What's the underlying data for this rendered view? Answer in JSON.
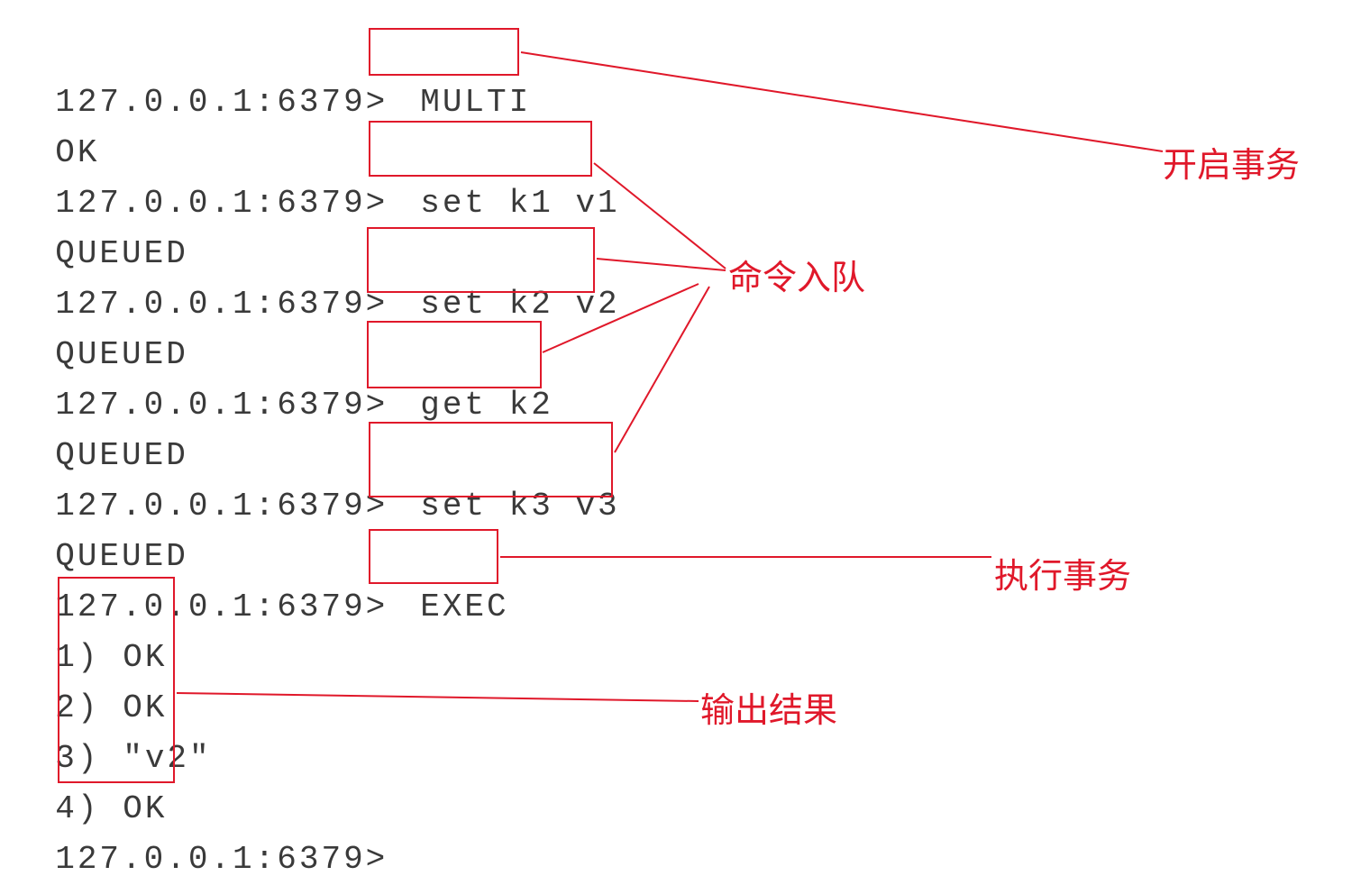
{
  "prompt": "127.0.0.1:6379>",
  "session": [
    {
      "type": "cmd",
      "text": "MULTI"
    },
    {
      "type": "out",
      "text": "OK"
    },
    {
      "type": "cmd",
      "text": "set k1 v1"
    },
    {
      "type": "out",
      "text": "QUEUED"
    },
    {
      "type": "cmd",
      "text": "set k2 v2"
    },
    {
      "type": "out",
      "text": "QUEUED"
    },
    {
      "type": "cmd",
      "text": "get k2"
    },
    {
      "type": "out",
      "text": "QUEUED"
    },
    {
      "type": "cmd",
      "text": "set k3 v3"
    },
    {
      "type": "out",
      "text": "QUEUED"
    },
    {
      "type": "cmd",
      "text": "EXEC"
    }
  ],
  "results": [
    {
      "index": "1)",
      "value": "OK"
    },
    {
      "index": "2)",
      "value": "OK"
    },
    {
      "index": "3)",
      "value": "\"v2\""
    },
    {
      "index": "4)",
      "value": "OK"
    }
  ],
  "annotations": {
    "start_transaction": "开启事务",
    "queue_commands": "命令入队",
    "exec_transaction": "执行事务",
    "output_results": "输出结果"
  },
  "colors": {
    "annotation": "#e0182a",
    "terminal_text": "#3a3a3a",
    "background": "#ffffff"
  }
}
